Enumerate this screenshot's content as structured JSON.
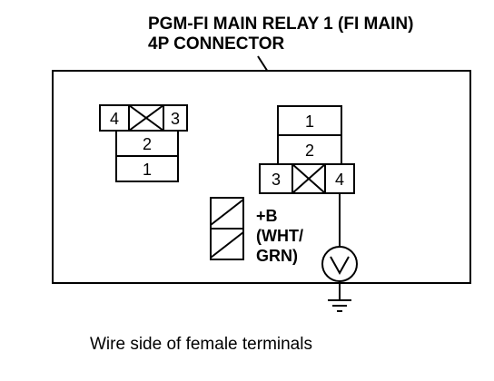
{
  "title": {
    "line1": "PGM-FI MAIN RELAY 1 (FI MAIN)",
    "line2": "4P CONNECTOR"
  },
  "left_connector": {
    "terminals": [
      "4",
      "3",
      "2",
      "1"
    ]
  },
  "right_connector": {
    "terminals": [
      "1",
      "2",
      "3",
      "4"
    ]
  },
  "wire_label": {
    "line1": "+B",
    "line2": "(WHT/",
    "line3": "GRN)"
  },
  "meter_icon": "voltmeter-icon",
  "ground_icon": "ground-icon",
  "caption": "Wire side of female terminals"
}
